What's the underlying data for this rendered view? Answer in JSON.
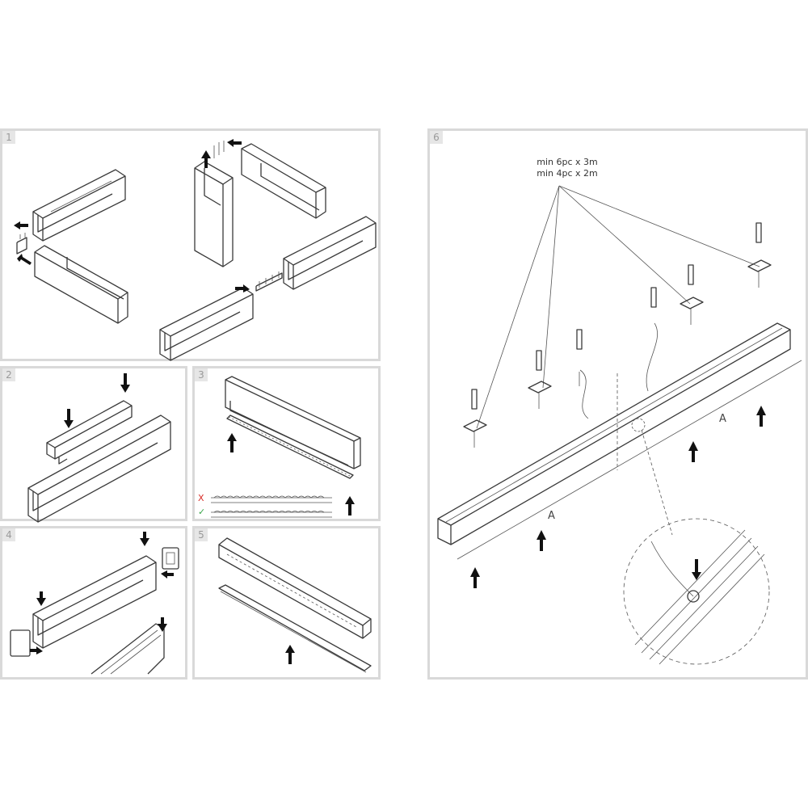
{
  "panels": [
    {
      "number": "1"
    },
    {
      "number": "2"
    },
    {
      "number": "3"
    },
    {
      "number": "4"
    },
    {
      "number": "5"
    },
    {
      "number": "6"
    }
  ],
  "panel3": {
    "wrong_mark": "X",
    "right_mark": "✓",
    "wrong_color": "#d9302b",
    "right_color": "#3aa64a"
  },
  "panel6": {
    "note_line1": "min 6pc x 3m",
    "note_line2": "min 4pc x 2m",
    "dimension_label": "A"
  }
}
